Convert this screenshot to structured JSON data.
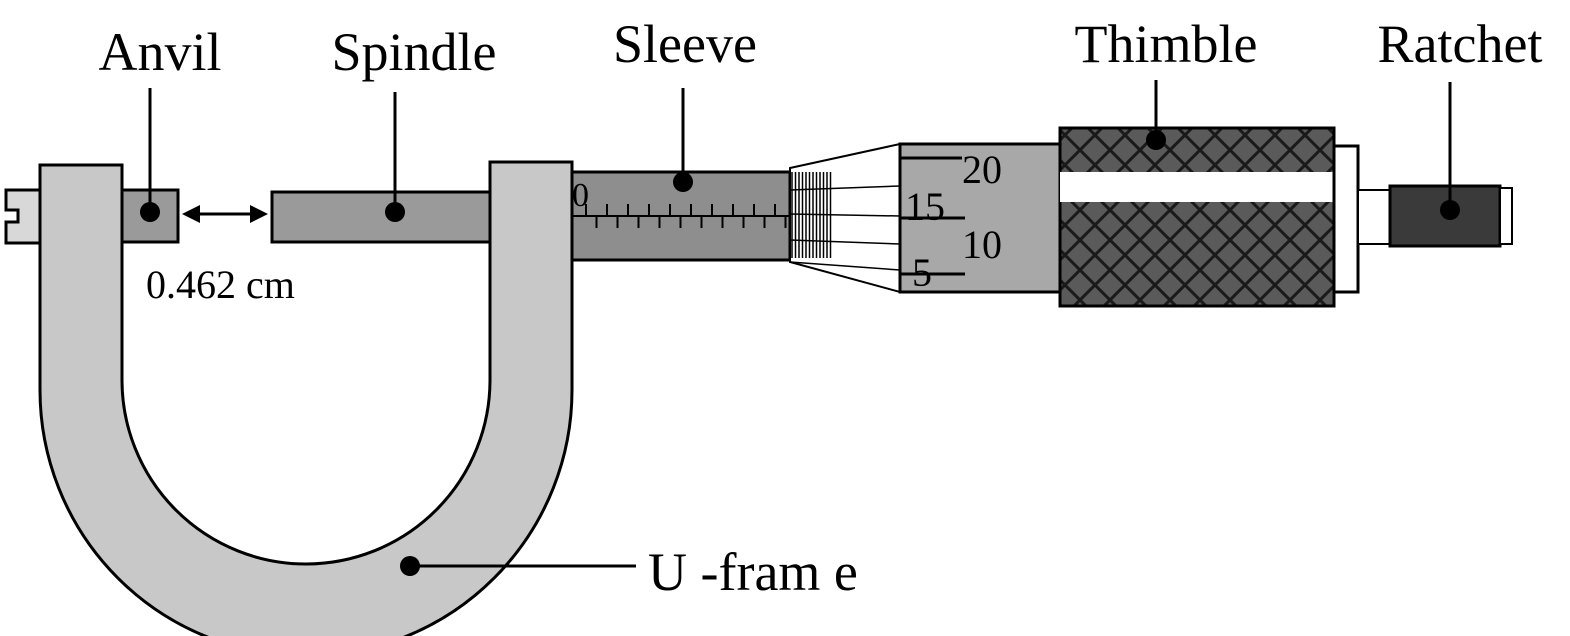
{
  "labels": {
    "anvil": "Anvil",
    "spindle": "Spindle",
    "sleeve": "Sleeve",
    "thimble": "Thimble",
    "ratchet": "Ratchet",
    "u_frame": "U -fram e"
  },
  "gap_measurement": "0.462 cm",
  "sleeve_scale": {
    "zero": "0"
  },
  "thimble_scale": [
    "20",
    "15",
    "10",
    "5"
  ],
  "colors": {
    "frame": "#c8c8c8",
    "spindle": "#9a9a9a",
    "sleeve": "#8e8e8e",
    "thimble_knurl": "#555555",
    "ratchet": "#3a3a3a",
    "outline": "#000000"
  }
}
